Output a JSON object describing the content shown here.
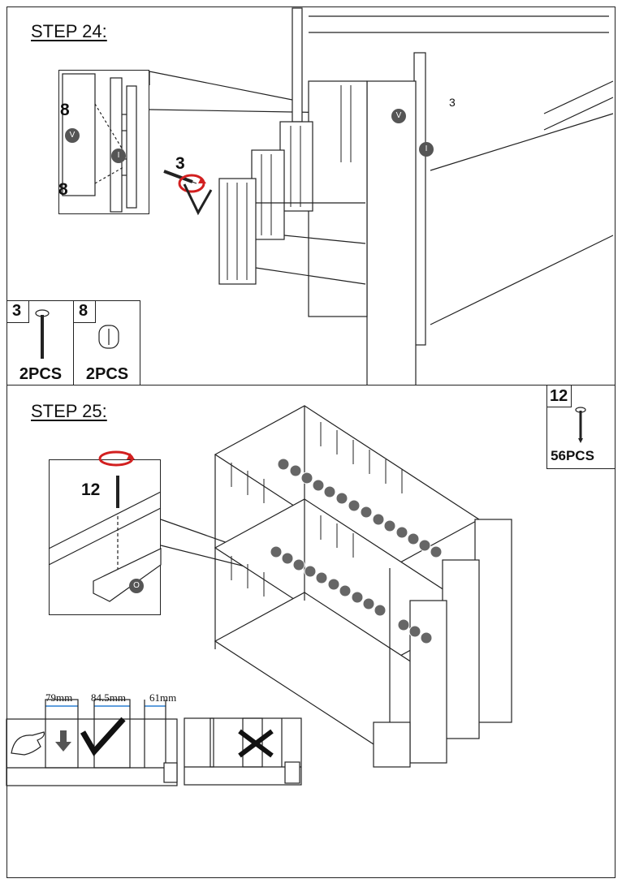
{
  "step24": {
    "title": "STEP 24:",
    "callouts": {
      "cam_bolt_top": "8",
      "cam_bolt_bottom": "8",
      "bolt": "3",
      "bolt_right": "3"
    },
    "labels": {
      "panel_v": "V",
      "panel_i": "I",
      "panel_v_main": "V",
      "panel_i_main": "I"
    },
    "parts": [
      {
        "number": "3",
        "qty": "2PCS",
        "icon": "bolt-icon"
      },
      {
        "number": "8",
        "qty": "2PCS",
        "icon": "barrel-nut-icon"
      }
    ]
  },
  "step25": {
    "title": "STEP 25:",
    "callouts": {
      "screw": "12"
    },
    "labels": {
      "slat_o": "O"
    },
    "parts": [
      {
        "number": "12",
        "qty": "56PCS",
        "icon": "wood-screw-icon"
      }
    ],
    "dimensions": [
      "79mm",
      "84.5mm",
      "61mm"
    ],
    "checkmark": "correct-icon",
    "crossmark": "incorrect-icon"
  },
  "colors": {
    "accent_red": "#d22020",
    "label_grey": "#555555",
    "line": "#222222"
  }
}
